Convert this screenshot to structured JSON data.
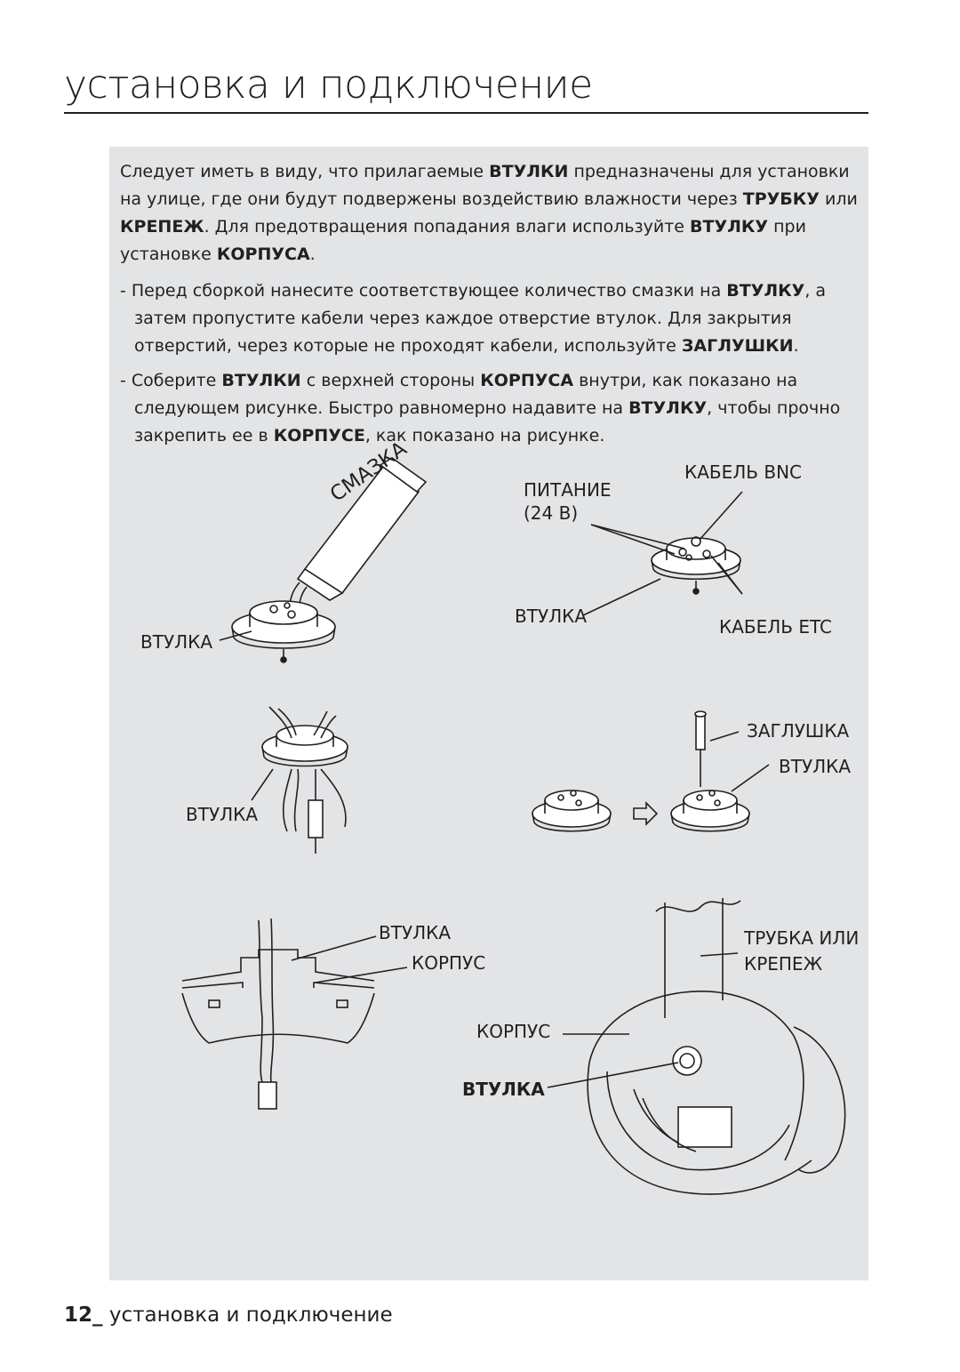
{
  "header": {
    "title": "установка и подключение"
  },
  "intro": {
    "t1": "Следует иметь в виду, что прилагаемые ",
    "b1": "ВТУЛКИ",
    "t2": " предназначены для установки на улице, где они будут подвержены воздействию влажности через ",
    "b2": "ТРУБКУ",
    "t3": " или ",
    "b3": "КРЕПЕЖ",
    "t4": ". Для предотвращения попадания влаги используйте ",
    "b4": "ВТУЛКУ",
    "t5": " при установке ",
    "b5": "КОРПУСА",
    "t6": "."
  },
  "bullet1": {
    "t1": "- Перед сборкой нанесите соответствующее количество смазки на ",
    "b1": "ВТУЛКУ",
    "t2": ", а затем пропустите кабели через каждое отверстие втулок. Для закрытия отверстий, через которые не проходят кабели, используйте ",
    "b2": "ЗАГЛУШКИ",
    "t3": "."
  },
  "bullet2": {
    "t1": "- Соберите ",
    "b1": "ВТУЛКИ",
    "t2": " с верхней стороны ",
    "b2": "КОРПУСА",
    "t3": " внутри, как показано на следующем рисунке. Быстро равномерно надавите на ",
    "b3": "ВТУЛКУ",
    "t4": ", чтобы прочно закрепить ее в ",
    "b4": "КОРПУСЕ",
    "t5": ", как показано на рисунке."
  },
  "figure_labels": {
    "grease": "СМАЗКА",
    "bushing_1": "ВТУЛКА",
    "power": "ПИТАНИЕ",
    "power_voltage": "(24 В)",
    "bnc_cable": "КАБЕЛЬ BNC",
    "bushing_2": "ВТУЛКА",
    "etc_cable": "КАБЕЛЬ ETC",
    "bushing_3": "ВТУЛКА",
    "plug": "ЗАГЛУШКА",
    "bushing_4": "ВТУЛКА",
    "bushing_5": "ВТУЛКА",
    "housing_1": "КОРПУС",
    "pipe_or_mount_1": "ТРУБКА ИЛИ",
    "pipe_or_mount_2": "КРЕПЕЖ",
    "housing_2": "КОРПУС",
    "bushing_6": "ВТУЛКА"
  },
  "footer": {
    "page_number": "12_",
    "section": " установка и подключение"
  }
}
